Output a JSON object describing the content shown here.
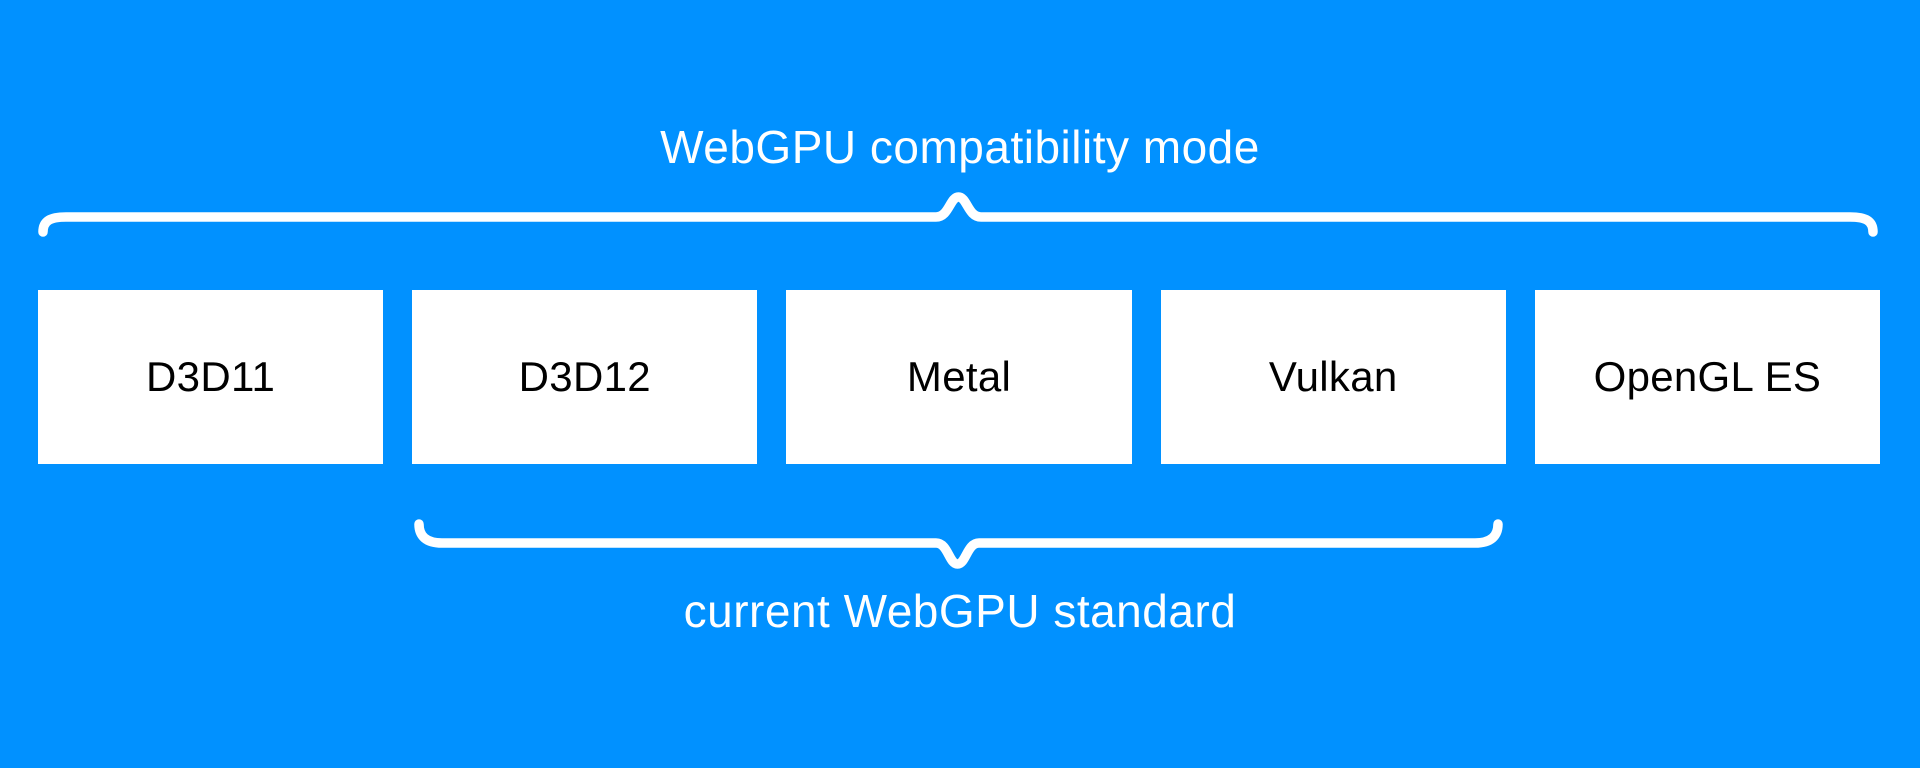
{
  "diagram": {
    "top_label": "WebGPU compatibility mode",
    "bottom_label": "current WebGPU standard",
    "boxes": [
      {
        "label": "D3D11"
      },
      {
        "label": "D3D12"
      },
      {
        "label": "Metal"
      },
      {
        "label": "Vulkan"
      },
      {
        "label": "OpenGL ES"
      }
    ],
    "colors": {
      "background": "#0191ff",
      "box_background": "#ffffff",
      "box_text": "#000000",
      "label_text": "#ffffff",
      "brace": "#ffffff"
    }
  }
}
